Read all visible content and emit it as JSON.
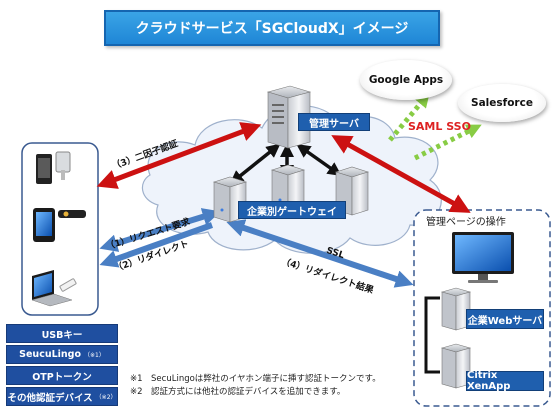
{
  "title": "クラウドサービス「SGCloudX」イメージ",
  "services": {
    "google": "Google Apps",
    "salesforce": "Salesforce"
  },
  "saml": "SAML SSO",
  "server_label": "管理サーバ",
  "gateway_label": "企業別ゲートウェイ",
  "arrows": {
    "two_factor": "（3）二因子認証",
    "request": "（1）リクエスト要求",
    "redirect": "（2）リダイレクト",
    "ssl": "SSL",
    "redirect_result": "（4）リダイレクト結果"
  },
  "mgmt_page": "管理ページの操作",
  "enterprise": {
    "web_server": "企業Webサーバ",
    "xenapp": "Citrix XenApp"
  },
  "devices": [
    {
      "label": "USBキー",
      "note": ""
    },
    {
      "label": "SeucuLingo",
      "note": "（※1）"
    },
    {
      "label": "OTPトークン",
      "note": ""
    },
    {
      "label": "その他認証デバイス",
      "note": "（※2）"
    }
  ],
  "notes": [
    "※1　SecuLingoは弊社のイヤホン端子に挿す認証トークンです。",
    "※2　認証方式には他社の認証デバイスを追加できます。"
  ],
  "colors": {
    "title_bg": "#2191dd",
    "label_bg": "#1f5fae",
    "red_arrow": "#cc1111",
    "blue_arrow": "#4a7fc4",
    "green_arrow": "#88cc44",
    "cloud": "#eef3fb"
  }
}
